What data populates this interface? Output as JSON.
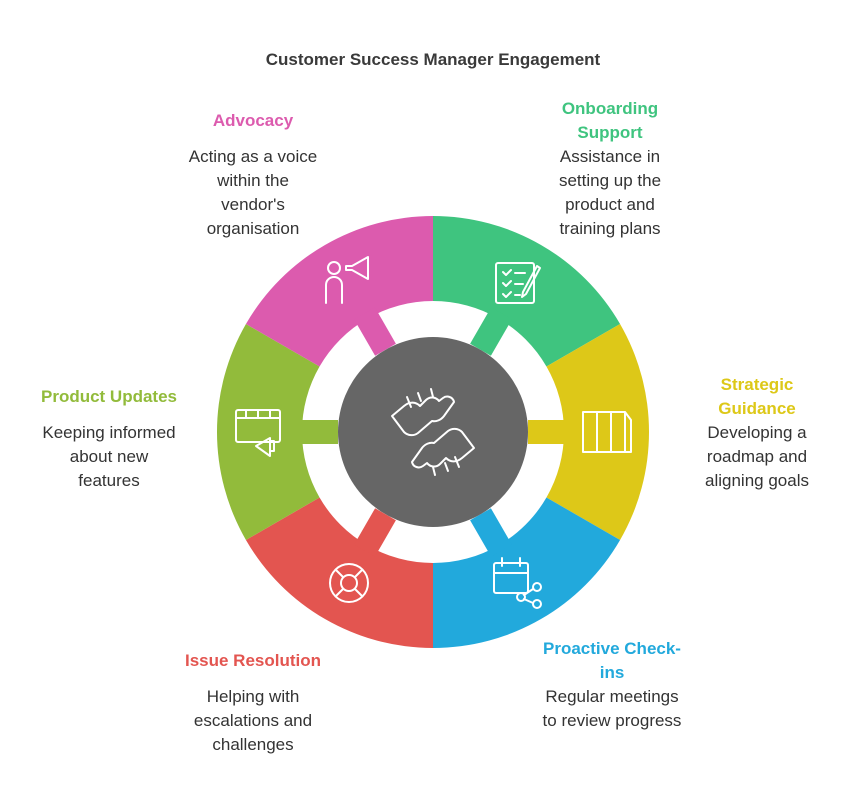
{
  "title": "Customer Success Manager Engagement",
  "center_icon": "fist-bump-icon",
  "segments": [
    {
      "key": "onboarding",
      "heading_lines": [
        "Onboarding",
        "Support"
      ],
      "desc_lines": [
        "Assistance in",
        "setting up the",
        "product and",
        "training plans"
      ],
      "color": "#3fc47f",
      "icon": "checklist-pencil-icon"
    },
    {
      "key": "strategic",
      "heading_lines": [
        "Strategic",
        "Guidance"
      ],
      "desc_lines": [
        "Developing a",
        "roadmap and",
        "aligning goals"
      ],
      "color": "#ddc818",
      "icon": "columns-icon"
    },
    {
      "key": "checkins",
      "heading_lines": [
        "Proactive Check-",
        "ins"
      ],
      "desc_lines": [
        "Regular meetings",
        "to review progress"
      ],
      "color": "#22a9dc",
      "icon": "calendar-share-icon"
    },
    {
      "key": "issue",
      "heading_lines": [
        "Issue Resolution"
      ],
      "desc_lines": [
        "Helping with",
        "escalations and",
        "challenges"
      ],
      "color": "#e35550",
      "icon": "lifebuoy-icon"
    },
    {
      "key": "updates",
      "heading_lines": [
        "Product Updates"
      ],
      "desc_lines": [
        "Keeping informed",
        "about new",
        "features"
      ],
      "color": "#92bb3b",
      "icon": "video-megaphone-icon"
    },
    {
      "key": "advocacy",
      "heading_lines": [
        "Advocacy"
      ],
      "desc_lines": [
        "Acting as a voice",
        "within the",
        "vendor's",
        "organisation"
      ],
      "color": "#dc5bae",
      "icon": "person-megaphone-icon"
    }
  ]
}
